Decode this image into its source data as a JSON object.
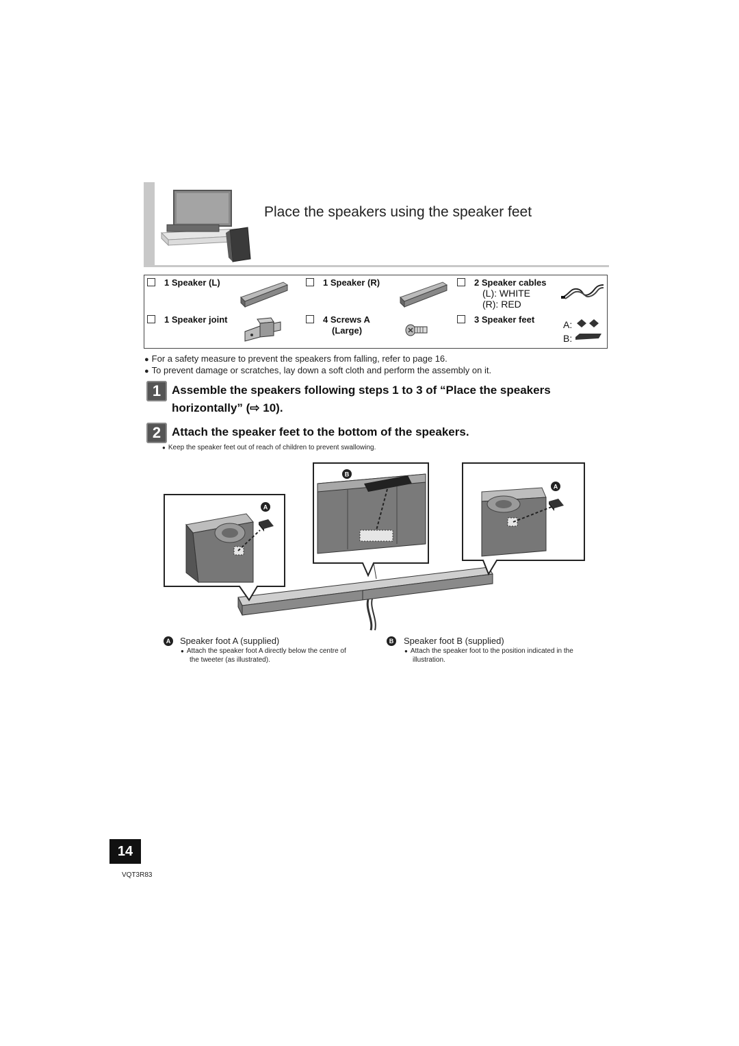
{
  "section": {
    "title": "Place the speakers using the speaker feet"
  },
  "accessories": {
    "items": [
      {
        "label": "1 Speaker (L)"
      },
      {
        "label": "1 Speaker (R)"
      },
      {
        "label": "2 Speaker cables",
        "sub1": "(L): WHITE",
        "sub2": "(R): RED"
      },
      {
        "label": "1 Speaker joint"
      },
      {
        "label": "4 Screws A",
        "sub1": "(Large)"
      },
      {
        "label": "3 Speaker feet",
        "feet_a": "A:",
        "feet_b": "B:"
      }
    ]
  },
  "notes": [
    "For a safety measure to prevent the speakers from falling, refer to page 16.",
    "To prevent damage or scratches, lay down a soft cloth and perform the assembly on it."
  ],
  "steps": [
    {
      "number": "1",
      "line1": "Assemble the speakers following steps 1 to 3 of “Place the speakers",
      "line2": "horizontally” (⇨ 10)."
    },
    {
      "number": "2",
      "line1": "Attach the speaker feet to the bottom of the speakers.",
      "note": "Keep the speaker feet out of reach of children to prevent swallowing."
    }
  ],
  "illustration": {
    "marker_a": "A",
    "marker_b": "B"
  },
  "captions": {
    "a": {
      "marker": "A",
      "title": "Speaker foot A (supplied)",
      "note1": "Attach the speaker foot A directly below the centre of",
      "note2": "the tweeter (as illustrated)."
    },
    "b": {
      "marker": "B",
      "title": "Speaker foot B (supplied)",
      "note1": "Attach the speaker foot to the position indicated in the",
      "note2": "illustration."
    }
  },
  "footer": {
    "page_number": "14",
    "doc_code": "VQT3R83"
  },
  "colors": {
    "rule_gray": "#c8c8c8",
    "text": "#111111",
    "badge": "#555555"
  }
}
